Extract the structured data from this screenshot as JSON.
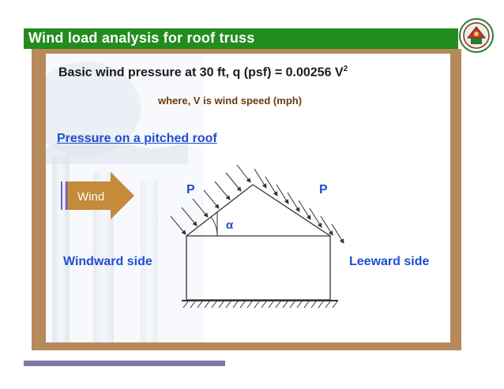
{
  "slide": {
    "title": "Wind load analysis for roof truss",
    "formula_main": "Basic wind pressure at 30 ft, q (psf) = 0.00256 V",
    "formula_exponent": "2",
    "formula_note": "where, V is wind speed (mph)",
    "section_heading": "Pressure on a pitched roof"
  },
  "diagram": {
    "wind_label": "Wind",
    "pressure_left": "P",
    "pressure_right": "P",
    "angle_symbol": "α",
    "windward_label": "Windward side",
    "leeward_label": "Leeward side"
  },
  "colors": {
    "title_bar": "#238c1f",
    "frame": "#b68a5a",
    "heading_blue": "#1f4fd1",
    "wind_arrow": "#c58a3a",
    "accent_line": "#7b7aa8"
  }
}
